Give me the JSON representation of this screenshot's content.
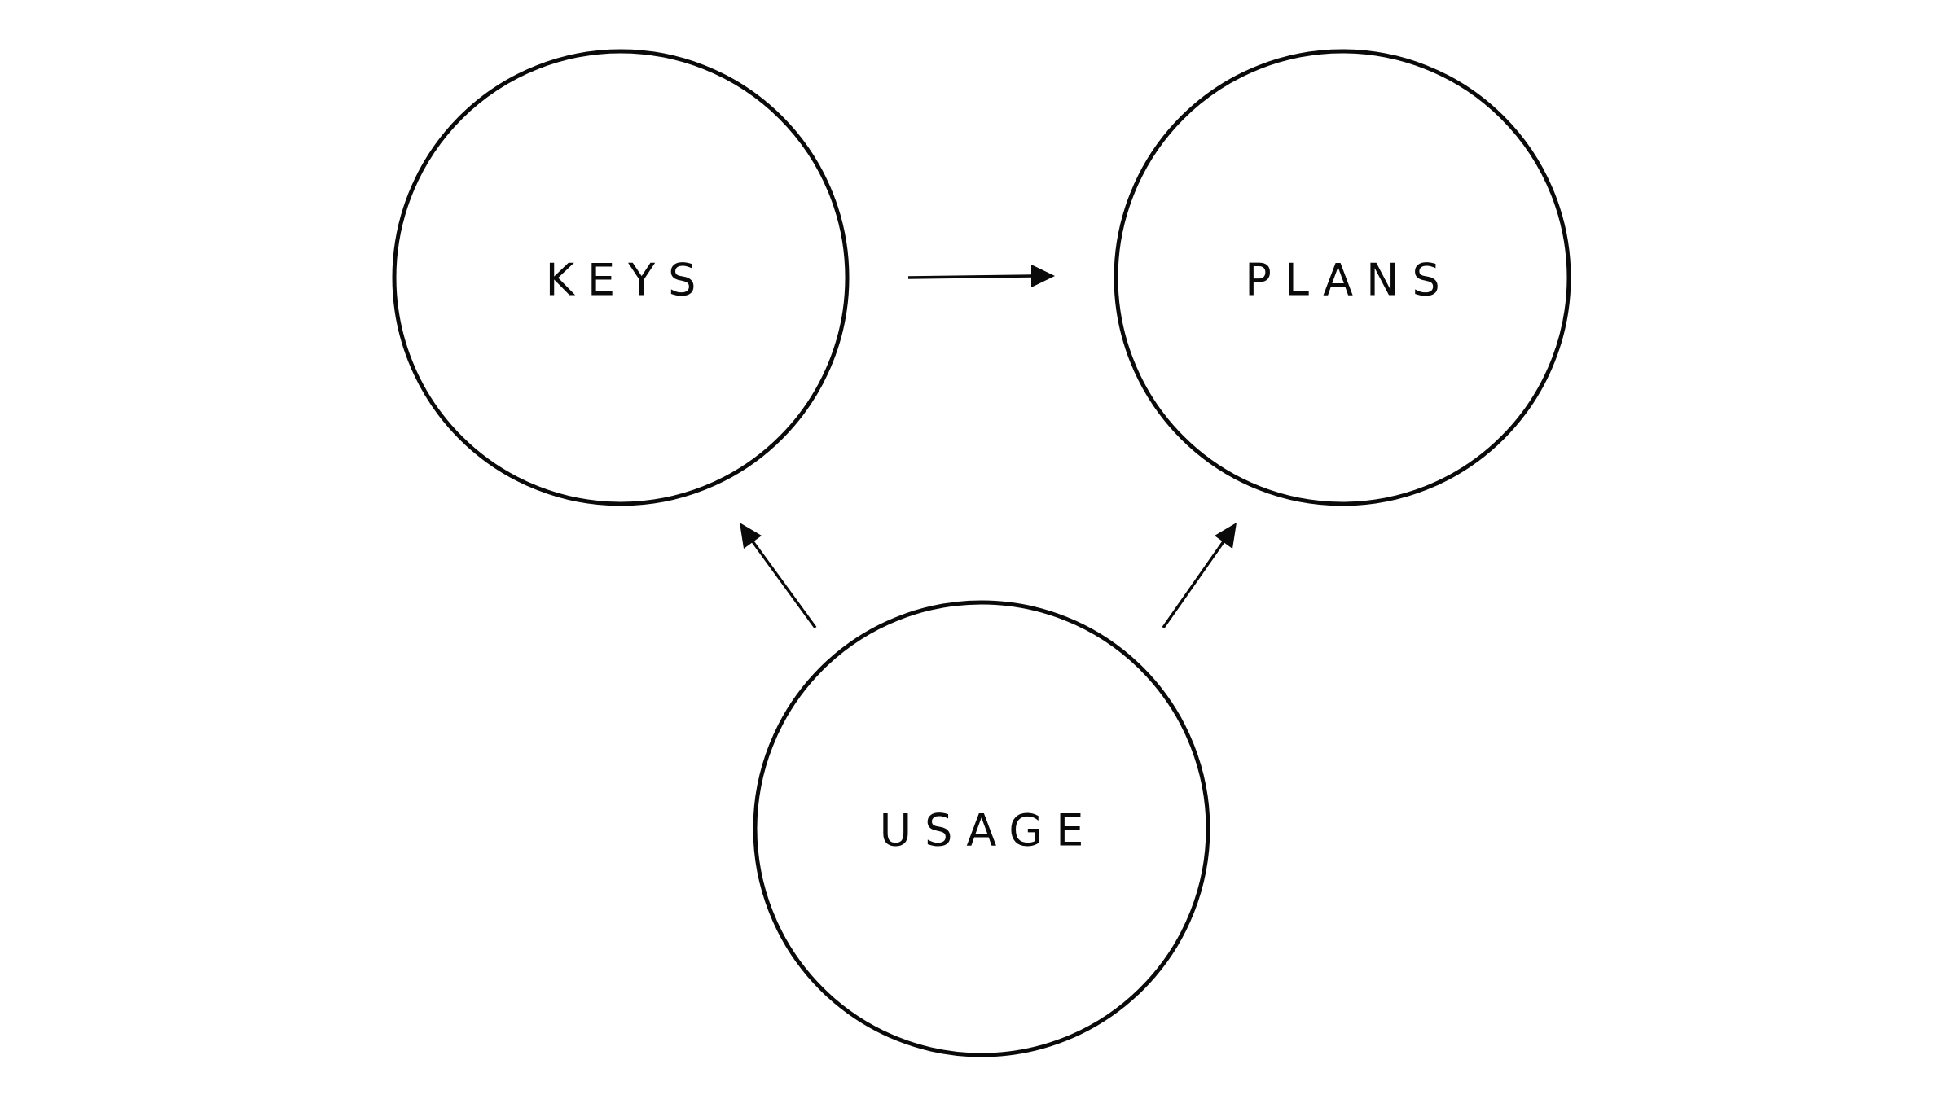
{
  "diagram": {
    "nodes": [
      {
        "id": "keys",
        "label": "KEYS"
      },
      {
        "id": "plans",
        "label": "PLANS"
      },
      {
        "id": "usage",
        "label": "USAGE"
      }
    ],
    "edges": [
      {
        "from": "keys",
        "to": "plans"
      },
      {
        "from": "usage",
        "to": "keys"
      },
      {
        "from": "usage",
        "to": "plans"
      }
    ]
  },
  "colors": {
    "stroke": "#0a0a0a",
    "background": "#ffffff"
  }
}
